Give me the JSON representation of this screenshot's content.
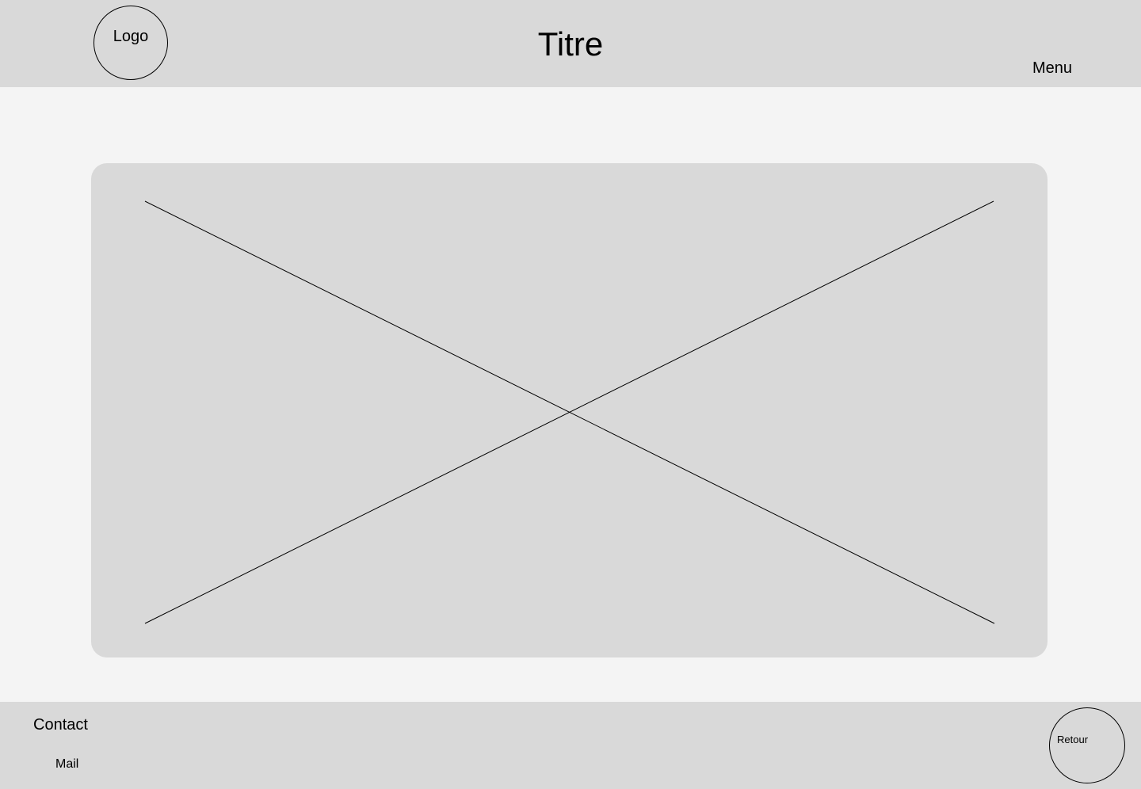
{
  "header": {
    "logo_label": "Logo",
    "title": "Titre",
    "menu_label": "Menu"
  },
  "main": {
    "image_placeholder_icon": "image-placeholder-cross-icon"
  },
  "footer": {
    "contact_label": "Contact",
    "mail_label": "Mail",
    "retour_label": "Retour"
  },
  "colors": {
    "bar_background": "#d9d9d9",
    "page_background": "#f4f4f4",
    "stroke": "#000000"
  }
}
